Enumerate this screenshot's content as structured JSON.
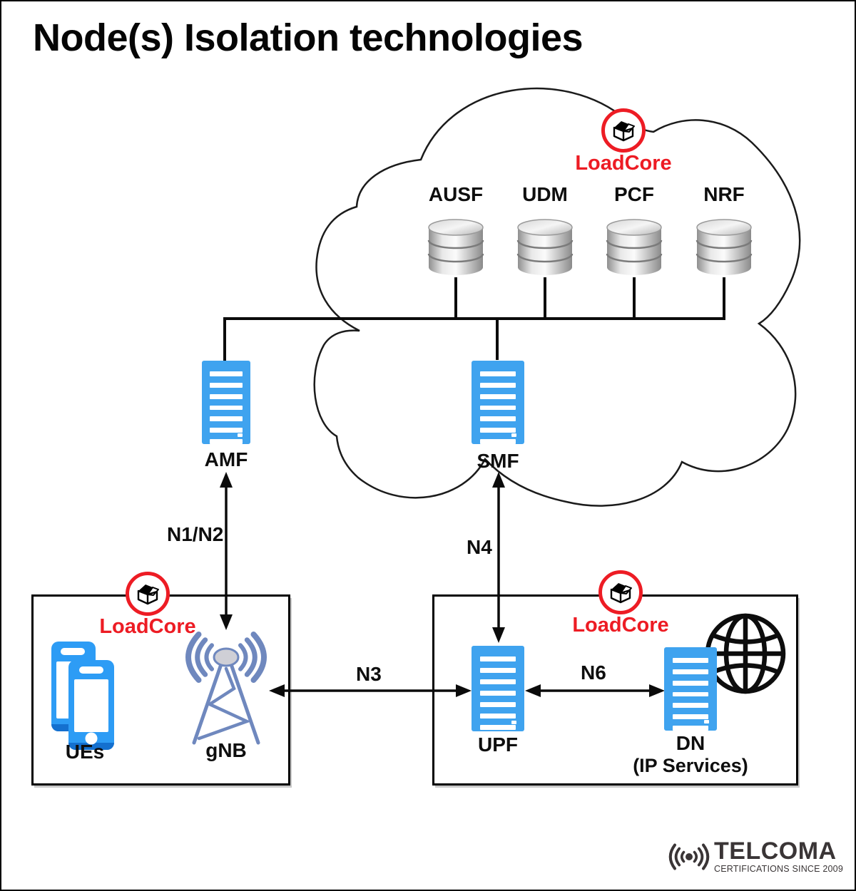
{
  "title": "Node(s) Isolation technologies",
  "cloud": {
    "badge": "LoadCore",
    "network_functions": [
      {
        "label": "AUSF"
      },
      {
        "label": "UDM"
      },
      {
        "label": "PCF"
      },
      {
        "label": "NRF"
      }
    ]
  },
  "nodes": {
    "amf": "AMF",
    "smf": "SMF",
    "upf": "UPF",
    "dn": "DN",
    "dn_sub": "(IP Services)",
    "ues": "UEs",
    "gnb": "gNB"
  },
  "interfaces": {
    "n1n2": "N1/N2",
    "n3": "N3",
    "n4": "N4",
    "n6": "N6"
  },
  "badges": {
    "ran": "LoadCore",
    "core": "LoadCore"
  },
  "logo": {
    "name": "TELCOMA",
    "tagline": "CERTIFICATIONS SINCE 2009"
  },
  "colors": {
    "server_blue": "#3FA3EF",
    "phone_blue": "#2D9CF5",
    "phone_edge_blue": "#1470CF",
    "tower_blue": "#6F88BE",
    "brand_red": "#ED1C24",
    "line_black": "#111111",
    "logo_gray": "#3A3536"
  }
}
